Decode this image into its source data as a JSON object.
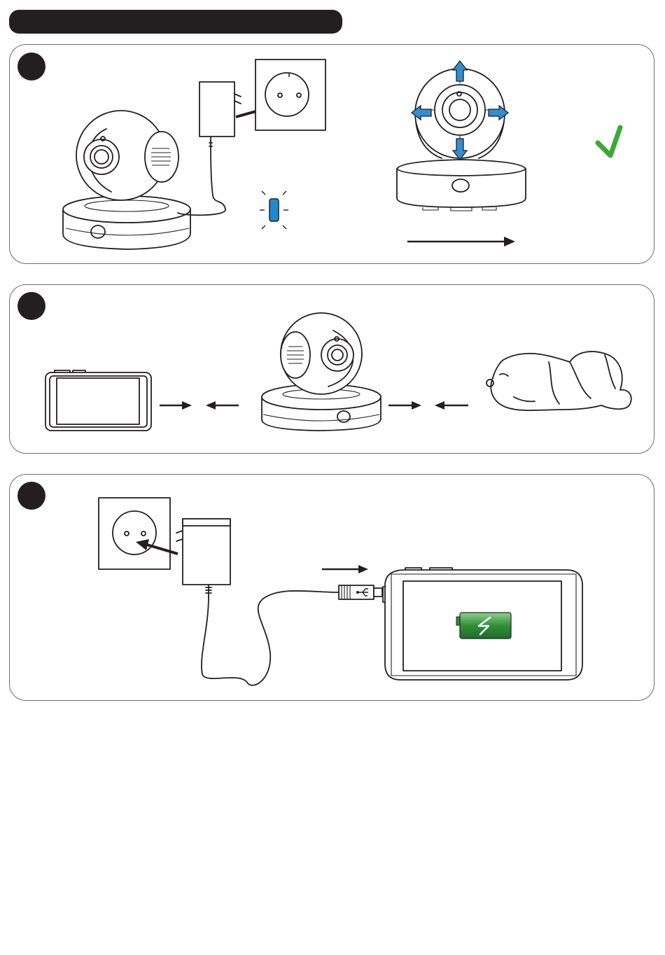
{
  "header": {
    "title": ""
  },
  "steps": [
    {
      "id": "step-1",
      "label": ""
    },
    {
      "id": "step-2",
      "label": ""
    },
    {
      "id": "step-3",
      "label": ""
    }
  ],
  "icons": {
    "step1": [
      "camera-icon",
      "power-adapter-icon",
      "wall-socket-icon",
      "blue-led-icon",
      "camera-pan-tilt-icon",
      "checkmark-icon"
    ],
    "step2": [
      "parent-unit-icon",
      "camera-icon",
      "baby-icon"
    ],
    "step3": [
      "wall-socket-icon",
      "power-adapter-icon",
      "usb-icon",
      "parent-unit-icon",
      "battery-charging-icon"
    ]
  },
  "colors": {
    "outline": "#231f20",
    "panel_border": "#6d6e71",
    "pan_tilt_arrow": "#2f8fd1",
    "led_blue": "#1f8ad0",
    "checkmark": "#3aaa35",
    "battery_green": "#2f8f3a"
  }
}
